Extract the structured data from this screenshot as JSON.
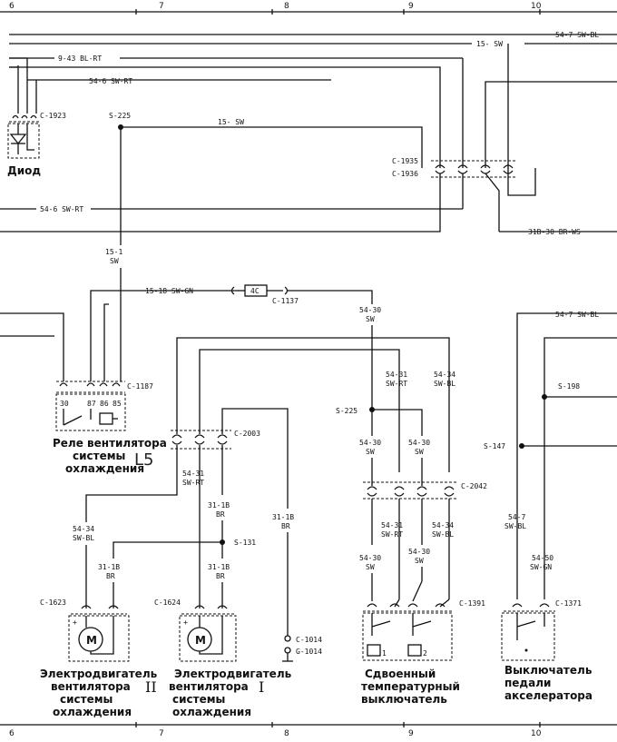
{
  "columns": [
    "6",
    "7",
    "8",
    "9",
    "10"
  ],
  "wires": {
    "w1": "54-7 SW-BL",
    "w2": "15- SW",
    "w3": "9-43 BL-RT",
    "w4": "54-6 SW-RT",
    "w5": "15- SW",
    "w6": "54-6 SW-RT",
    "w7": "31B-30 BR-WS",
    "w8a": "15-1",
    "w8b": "SW",
    "w9": "15-18 SW-GN",
    "w10a": "54-30",
    "w10b": "SW",
    "w11": "54-7 SW-BL",
    "w12a": "54-31",
    "w12b": "SW-RT",
    "w13a": "54-34",
    "w13b": "SW-BL",
    "w14a": "54-30",
    "w14b": "SW",
    "w15a": "54-30",
    "w15b": "SW",
    "w16a": "54-31",
    "w16b": "SW-RT",
    "w17a": "31-1B",
    "w17b": "BR",
    "w18a": "31-1B",
    "w18b": "BR",
    "w19a": "54-34",
    "w19b": "SW-BL",
    "w20a": "31-1B",
    "w20b": "BR",
    "w21a": "31-1B",
    "w21b": "BR",
    "w22a": "54-31",
    "w22b": "SW-RT",
    "w23a": "54-34",
    "w23b": "SW-BL",
    "w24a": "54-30",
    "w24b": "SW",
    "w25a": "54-30",
    "w25b": "SW",
    "w26a": "54-7",
    "w26b": "SW-BL",
    "w27a": "54-50",
    "w27b": "SW-GN"
  },
  "connectors": {
    "c1923": "C-1923",
    "c1935": "C-1935",
    "c1936": "C-1936",
    "c1137": "C-1137",
    "c1187": "C-1187",
    "c2003": "C-2003",
    "c2042": "C-2042",
    "c1623": "C-1623",
    "c1624": "C-1624",
    "c1014": "C-1014",
    "g1014": "G-1014",
    "c1391": "C-1391",
    "c1371": "C-1371"
  },
  "splices": {
    "s225a": "S-225",
    "s225b": "S-225",
    "s131": "S-131",
    "s198": "S-198",
    "s147": "S-147"
  },
  "relay_pins": [
    "30",
    "87",
    "86",
    "85"
  ],
  "inline_fuse": "4C",
  "components": {
    "diode": "Диод",
    "relay": [
      "Реле вентилятора",
      "системы",
      "охлаждения"
    ],
    "relay_note": "L5",
    "motor2": [
      "Электродвигатель",
      "вентилятора",
      "системы",
      "охлаждения"
    ],
    "motor2_num": "II",
    "motor1": [
      "Электродвигатель",
      "вентилятора",
      "системы",
      "охлаждения"
    ],
    "motor1_num": "I",
    "temp_switch": [
      "Сдвоенный",
      "температурный",
      "выключатель"
    ],
    "pedal_switch": [
      "Выключатель",
      "педали",
      "акселератора"
    ],
    "motor_symbol": "M",
    "ts_contact1": "1",
    "ts_contact2": "2"
  }
}
